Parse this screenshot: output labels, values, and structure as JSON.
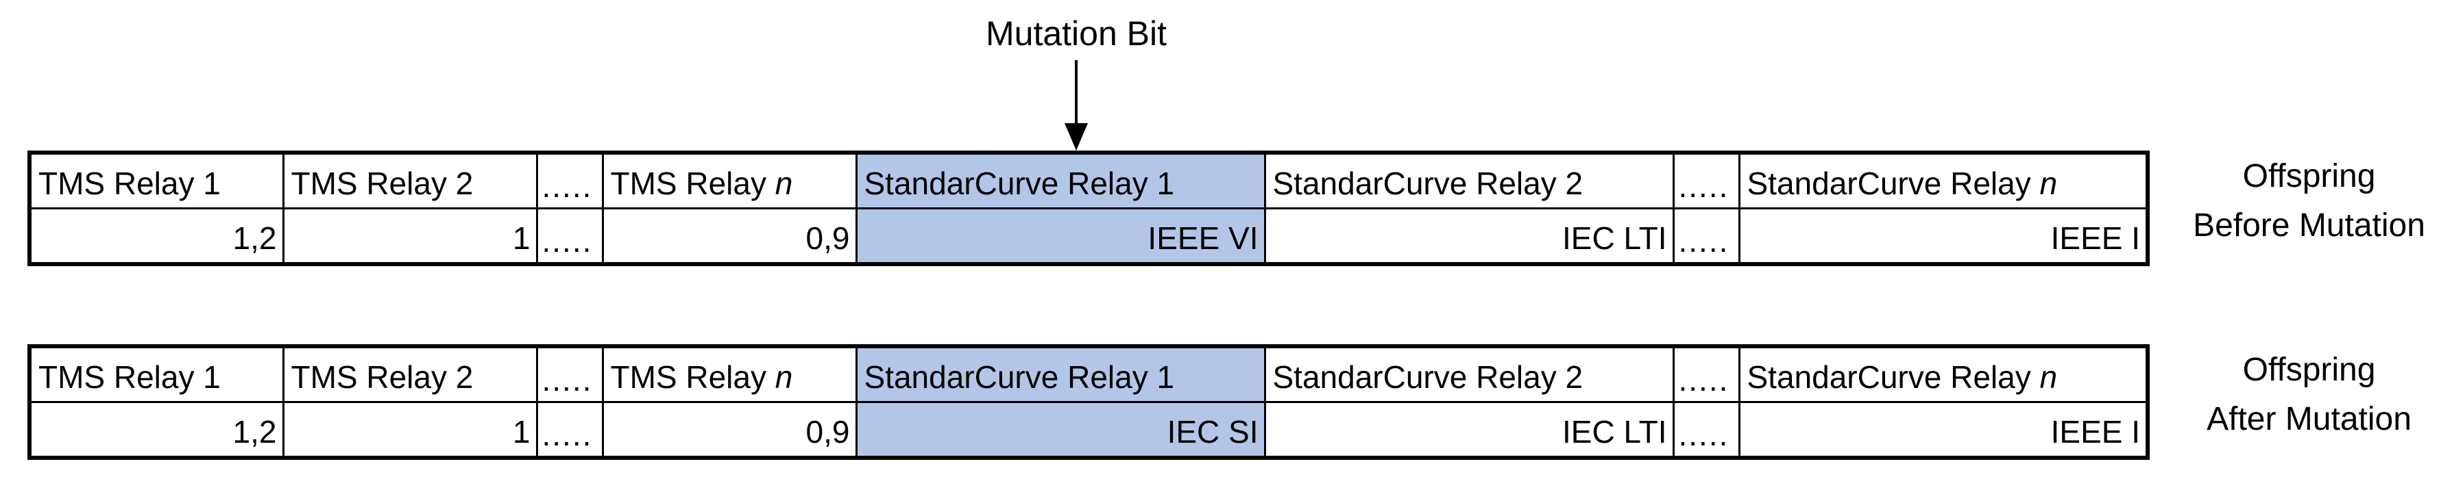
{
  "colors": {
    "highlight": "#B4C6E7",
    "border": "#000000",
    "background": "#FFFFFF",
    "text": "#000000"
  },
  "annotation": {
    "label": "Mutation Bit",
    "arrow_icon": "arrow-down"
  },
  "tables": [
    {
      "id": "before-mutation",
      "side_label": {
        "line1": "Offspring",
        "line2": "Before Mutation"
      },
      "columns": [
        {
          "header": "TMS Relay 1",
          "value": "1,2",
          "highlighted": false
        },
        {
          "header": "TMS Relay 2",
          "value": "1",
          "highlighted": false
        },
        {
          "header": ".....",
          "value": ".....",
          "highlighted": false
        },
        {
          "header_prefix": "TMS Relay ",
          "header_var": "n",
          "value": "0,9",
          "highlighted": false
        },
        {
          "header": "StandarCurve Relay 1",
          "value": "IEEE VI",
          "highlighted": true
        },
        {
          "header": "StandarCurve Relay 2",
          "value": "IEC LTI",
          "highlighted": false
        },
        {
          "header": ".....",
          "value": ".....",
          "highlighted": false
        },
        {
          "header_prefix": "StandarCurve Relay ",
          "header_var": "n",
          "value": "IEEE I",
          "highlighted": false
        }
      ]
    },
    {
      "id": "after-mutation",
      "side_label": {
        "line1": "Offspring",
        "line2": "After Mutation"
      },
      "columns": [
        {
          "header": "TMS Relay 1",
          "value": "1,2",
          "highlighted": false
        },
        {
          "header": "TMS Relay 2",
          "value": "1",
          "highlighted": false
        },
        {
          "header": ".....",
          "value": ".....",
          "highlighted": false
        },
        {
          "header_prefix": "TMS Relay ",
          "header_var": "n",
          "value": "0,9",
          "highlighted": false
        },
        {
          "header": "StandarCurve Relay 1",
          "value": "IEC SI",
          "highlighted": true
        },
        {
          "header": "StandarCurve Relay 2",
          "value": "IEC LTI",
          "highlighted": false
        },
        {
          "header": ".....",
          "value": ".....",
          "highlighted": false
        },
        {
          "header_prefix": "StandarCurve Relay ",
          "header_var": "n",
          "value": "IEEE I",
          "highlighted": false
        }
      ]
    }
  ]
}
